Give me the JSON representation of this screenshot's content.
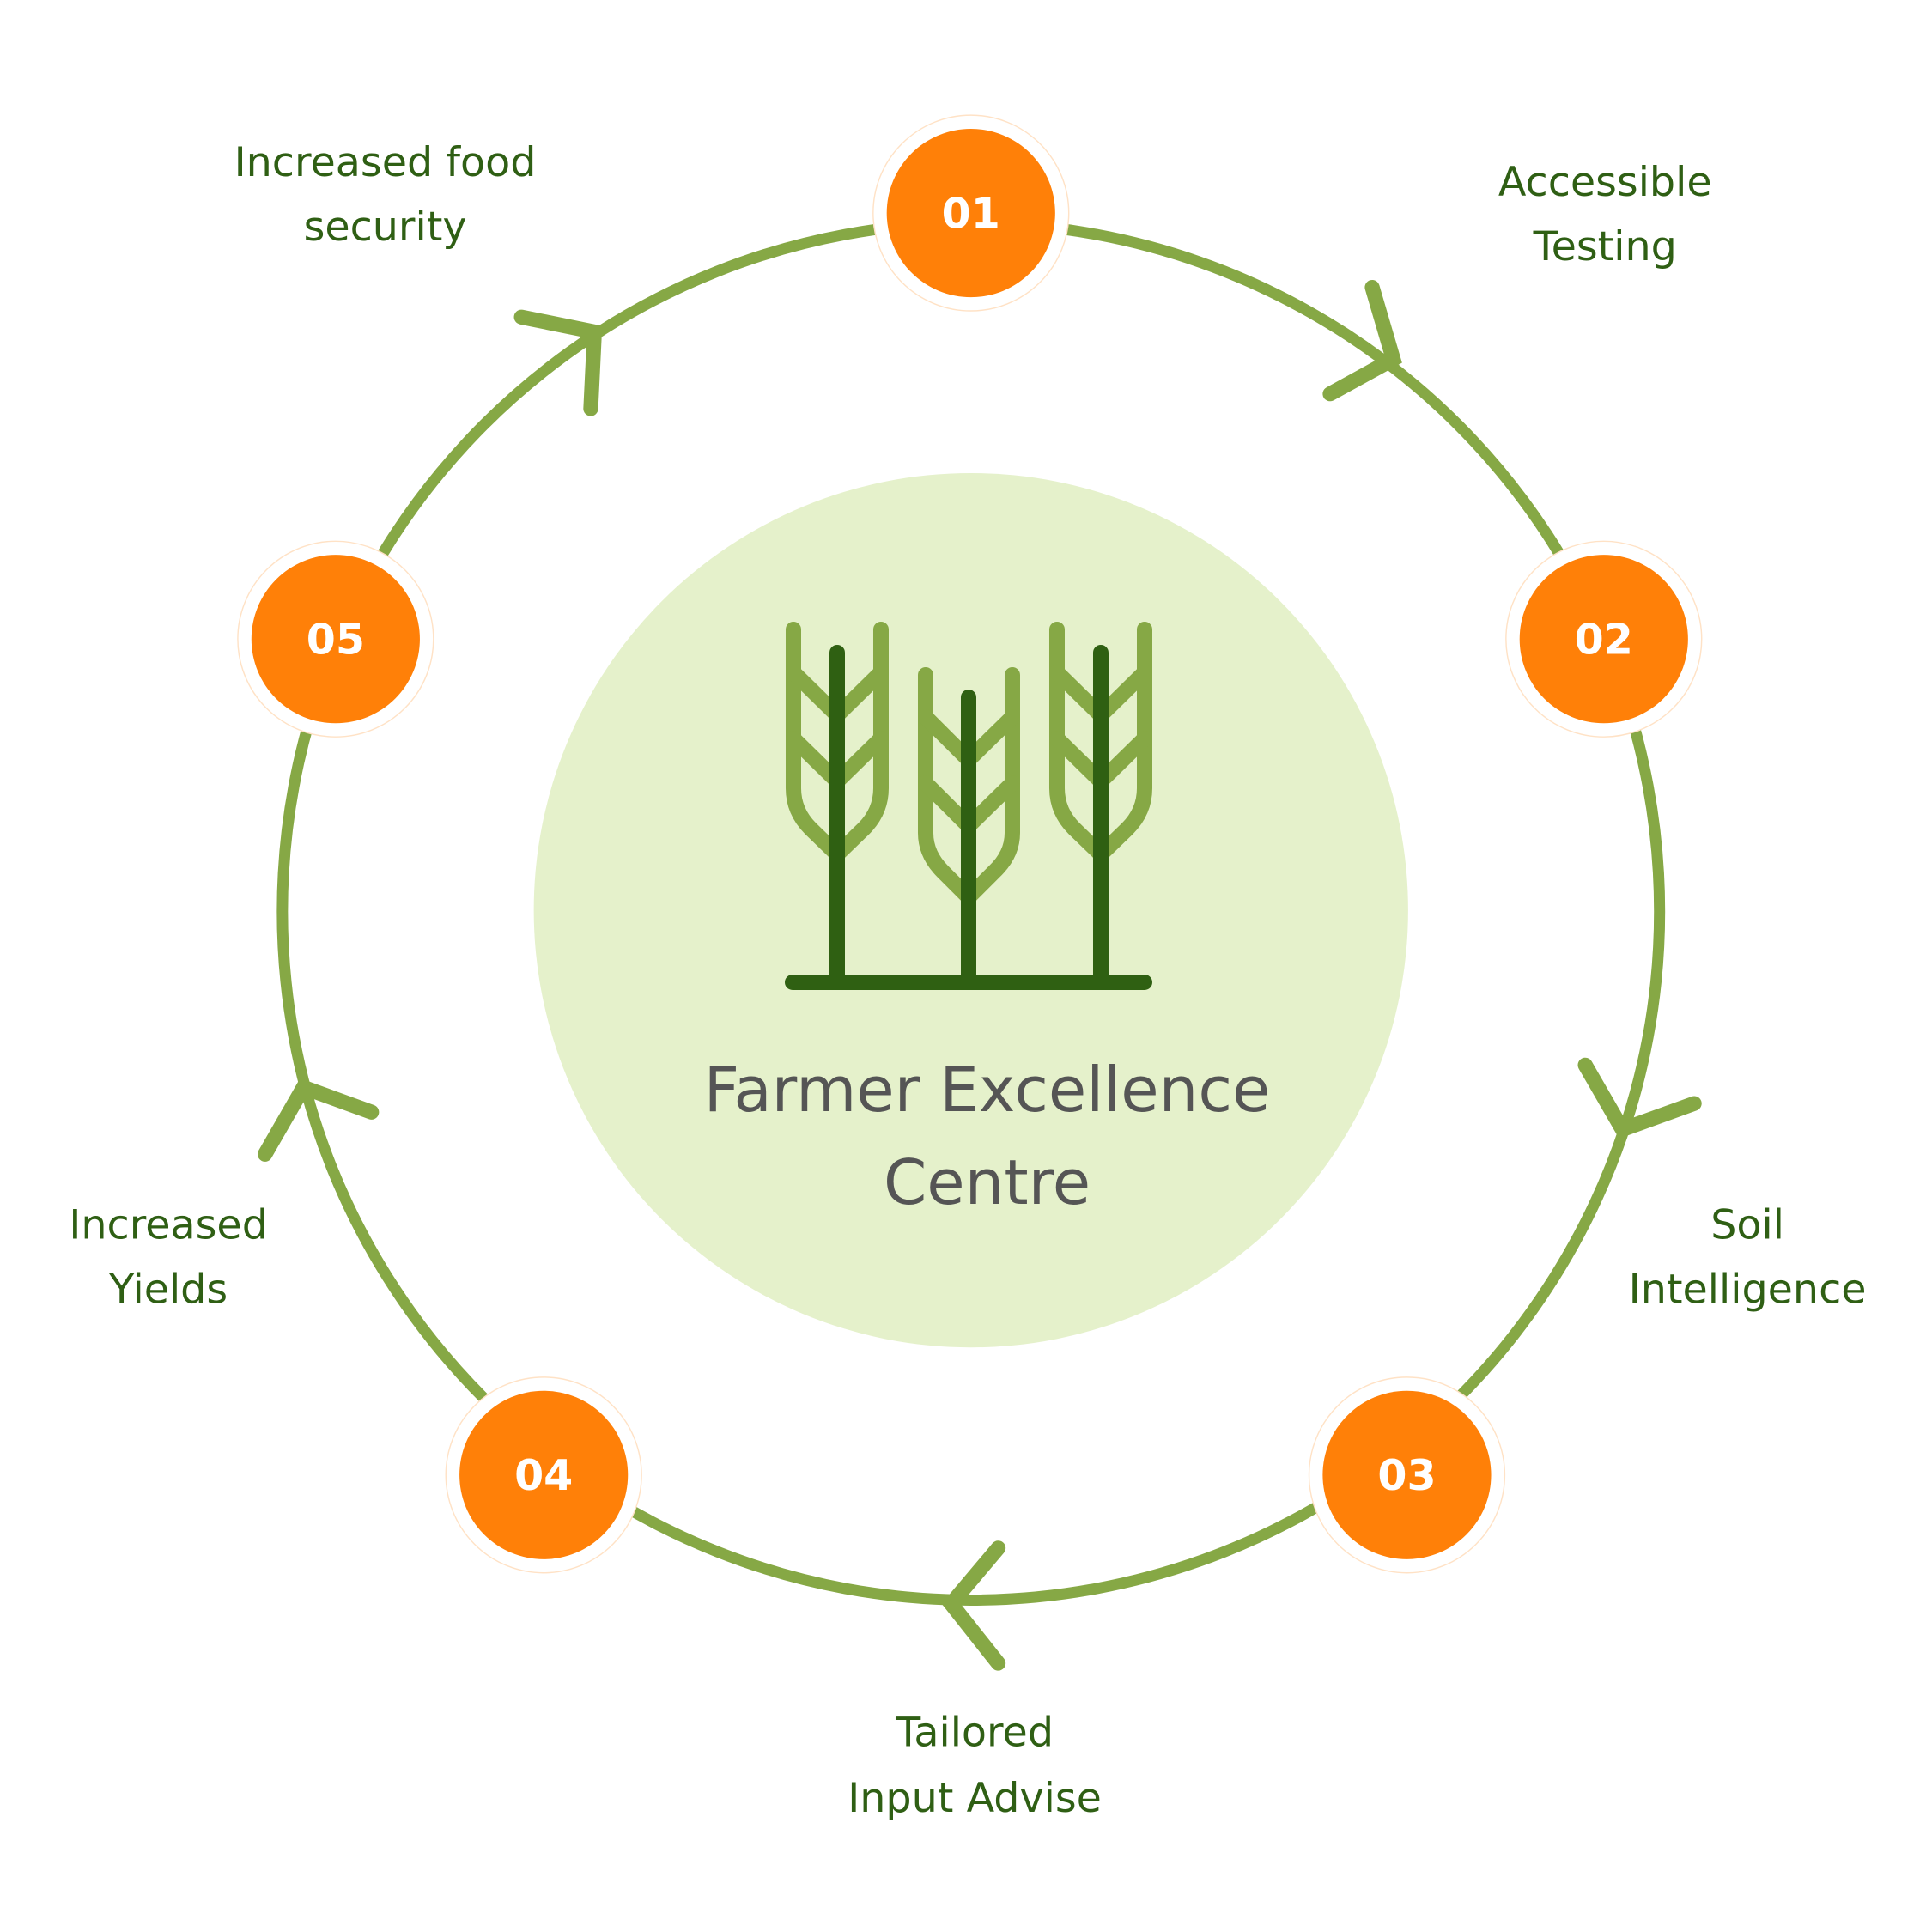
{
  "colors": {
    "ring": "#86a845",
    "badge": "#ff8008",
    "center_fill": "#e5f1cb",
    "label": "#2f5f14",
    "stem": "#2f6012"
  },
  "center": {
    "title_line1": "Farmer Excellence",
    "title_line2": "Centre",
    "icon": "wheat-icon"
  },
  "steps": [
    {
      "number": "01",
      "label_line1": "Accessible",
      "label_line2": "Testing"
    },
    {
      "number": "02",
      "label_line1": "Soil",
      "label_line2": "Intelligence"
    },
    {
      "number": "03",
      "label_line1": "Tailored",
      "label_line2": "Input Advise"
    },
    {
      "number": "04",
      "label_line1": "Increased",
      "label_line2": "Yields"
    },
    {
      "number": "05",
      "label_line1": "Increased food",
      "label_line2": "security"
    }
  ]
}
